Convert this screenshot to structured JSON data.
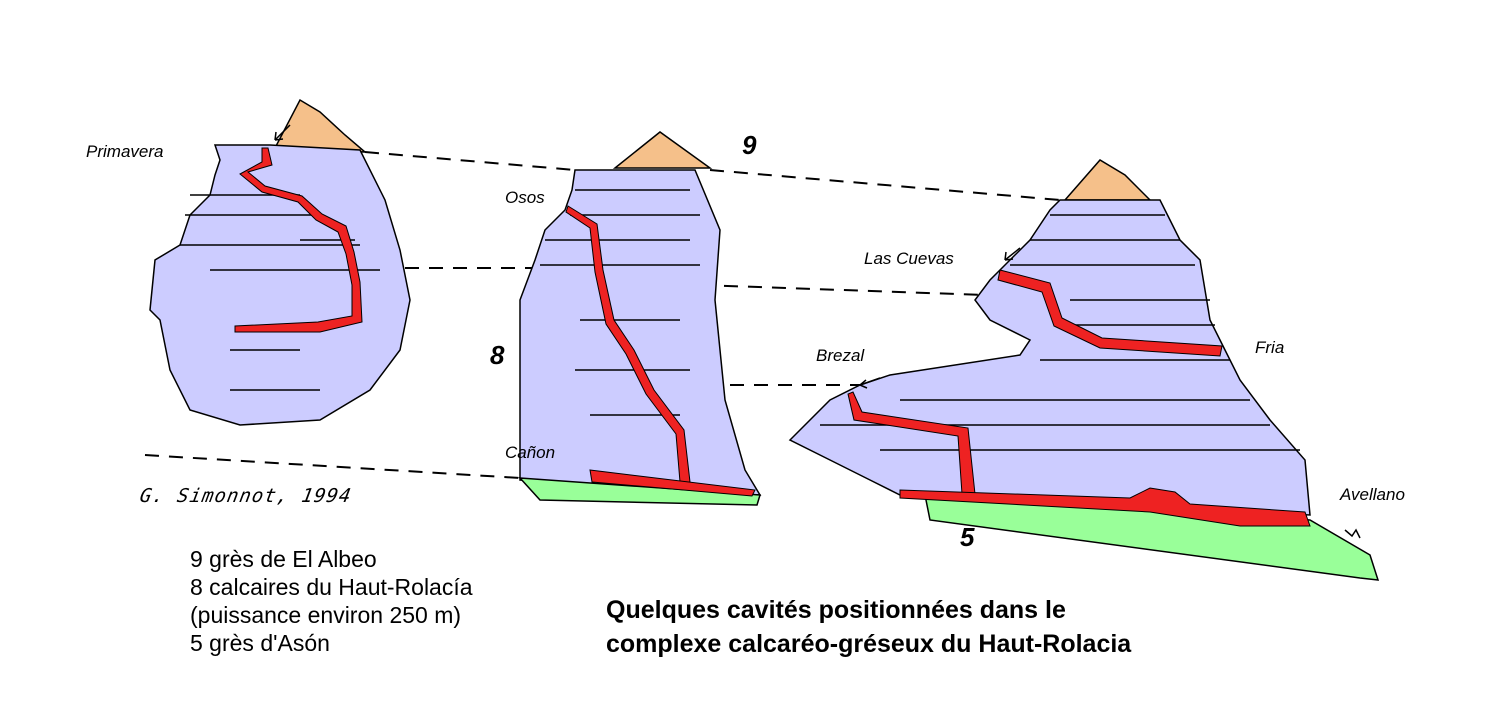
{
  "colors": {
    "limestone": "#ccccff",
    "cave": "#ee2222",
    "sandstone_top": "#f5c08a",
    "sandstone_bottom": "#99ff99"
  },
  "labels": {
    "primavera": "Primavera",
    "osos": "Osos",
    "canon": "Cañon",
    "las_cuevas": "Las Cuevas",
    "fria": "Fria",
    "brezal": "Brezal",
    "avellano": "Avellano"
  },
  "layer_numbers": {
    "n9": "9",
    "n8": "8",
    "n5": "5"
  },
  "signature": "G. Simonnot, 1994",
  "legend": [
    "9  grès de El Albeo",
    "8  calcaires du Haut-Rolacía",
    "(puissance environ 250 m)",
    "5  grès d'Asón"
  ],
  "title": [
    "Quelques cavités positionnées dans le",
    "complexe calcaréo-gréseux du Haut-Rolacia"
  ]
}
